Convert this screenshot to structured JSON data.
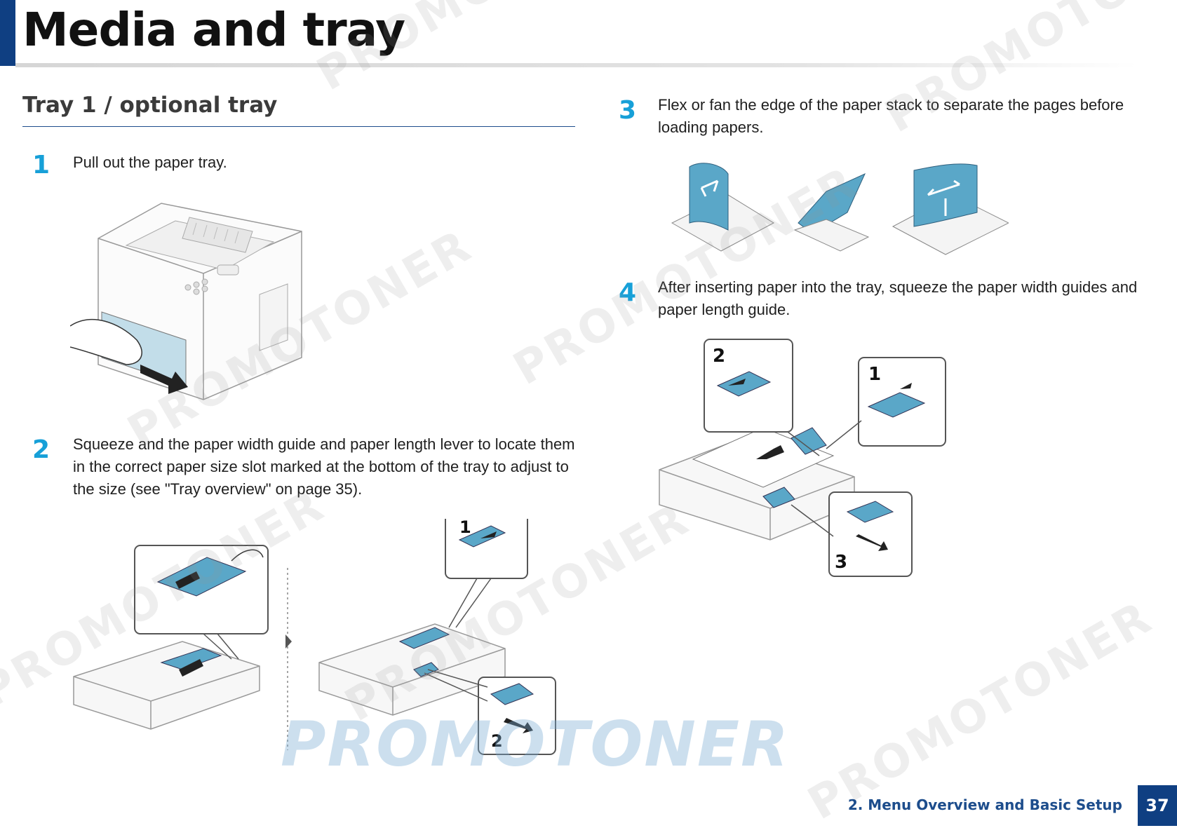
{
  "header": {
    "title": "Media and tray"
  },
  "section": {
    "title": "Tray 1 / optional tray"
  },
  "steps": [
    {
      "number": "1",
      "text": "Pull out the paper tray."
    },
    {
      "number": "2",
      "text": "Squeeze and the paper width guide and paper length lever to locate them in the correct paper size slot marked at the bottom of the tray to adjust to the size (see \"Tray overview\" on page 35)."
    },
    {
      "number": "3",
      "text": "Flex or fan the edge of the paper stack to separate the pages before loading papers."
    },
    {
      "number": "4",
      "text": "After inserting paper into the tray, squeeze the paper width guides and paper length guide."
    }
  ],
  "callouts": {
    "step2_a": "1",
    "step2_b": "2",
    "step4_a": "2",
    "step4_b": "1",
    "step4_c": "3"
  },
  "watermark": {
    "text": "PROMOTONER",
    "logo": "PROMOTONER"
  },
  "footer": {
    "chapter": "2. Menu Overview and Basic Setup",
    "page": "37"
  },
  "colors": {
    "brand_navy": "#0f3f82",
    "step_number_cyan": "#17a0d8",
    "illustration_blue": "#5aa7c8"
  }
}
